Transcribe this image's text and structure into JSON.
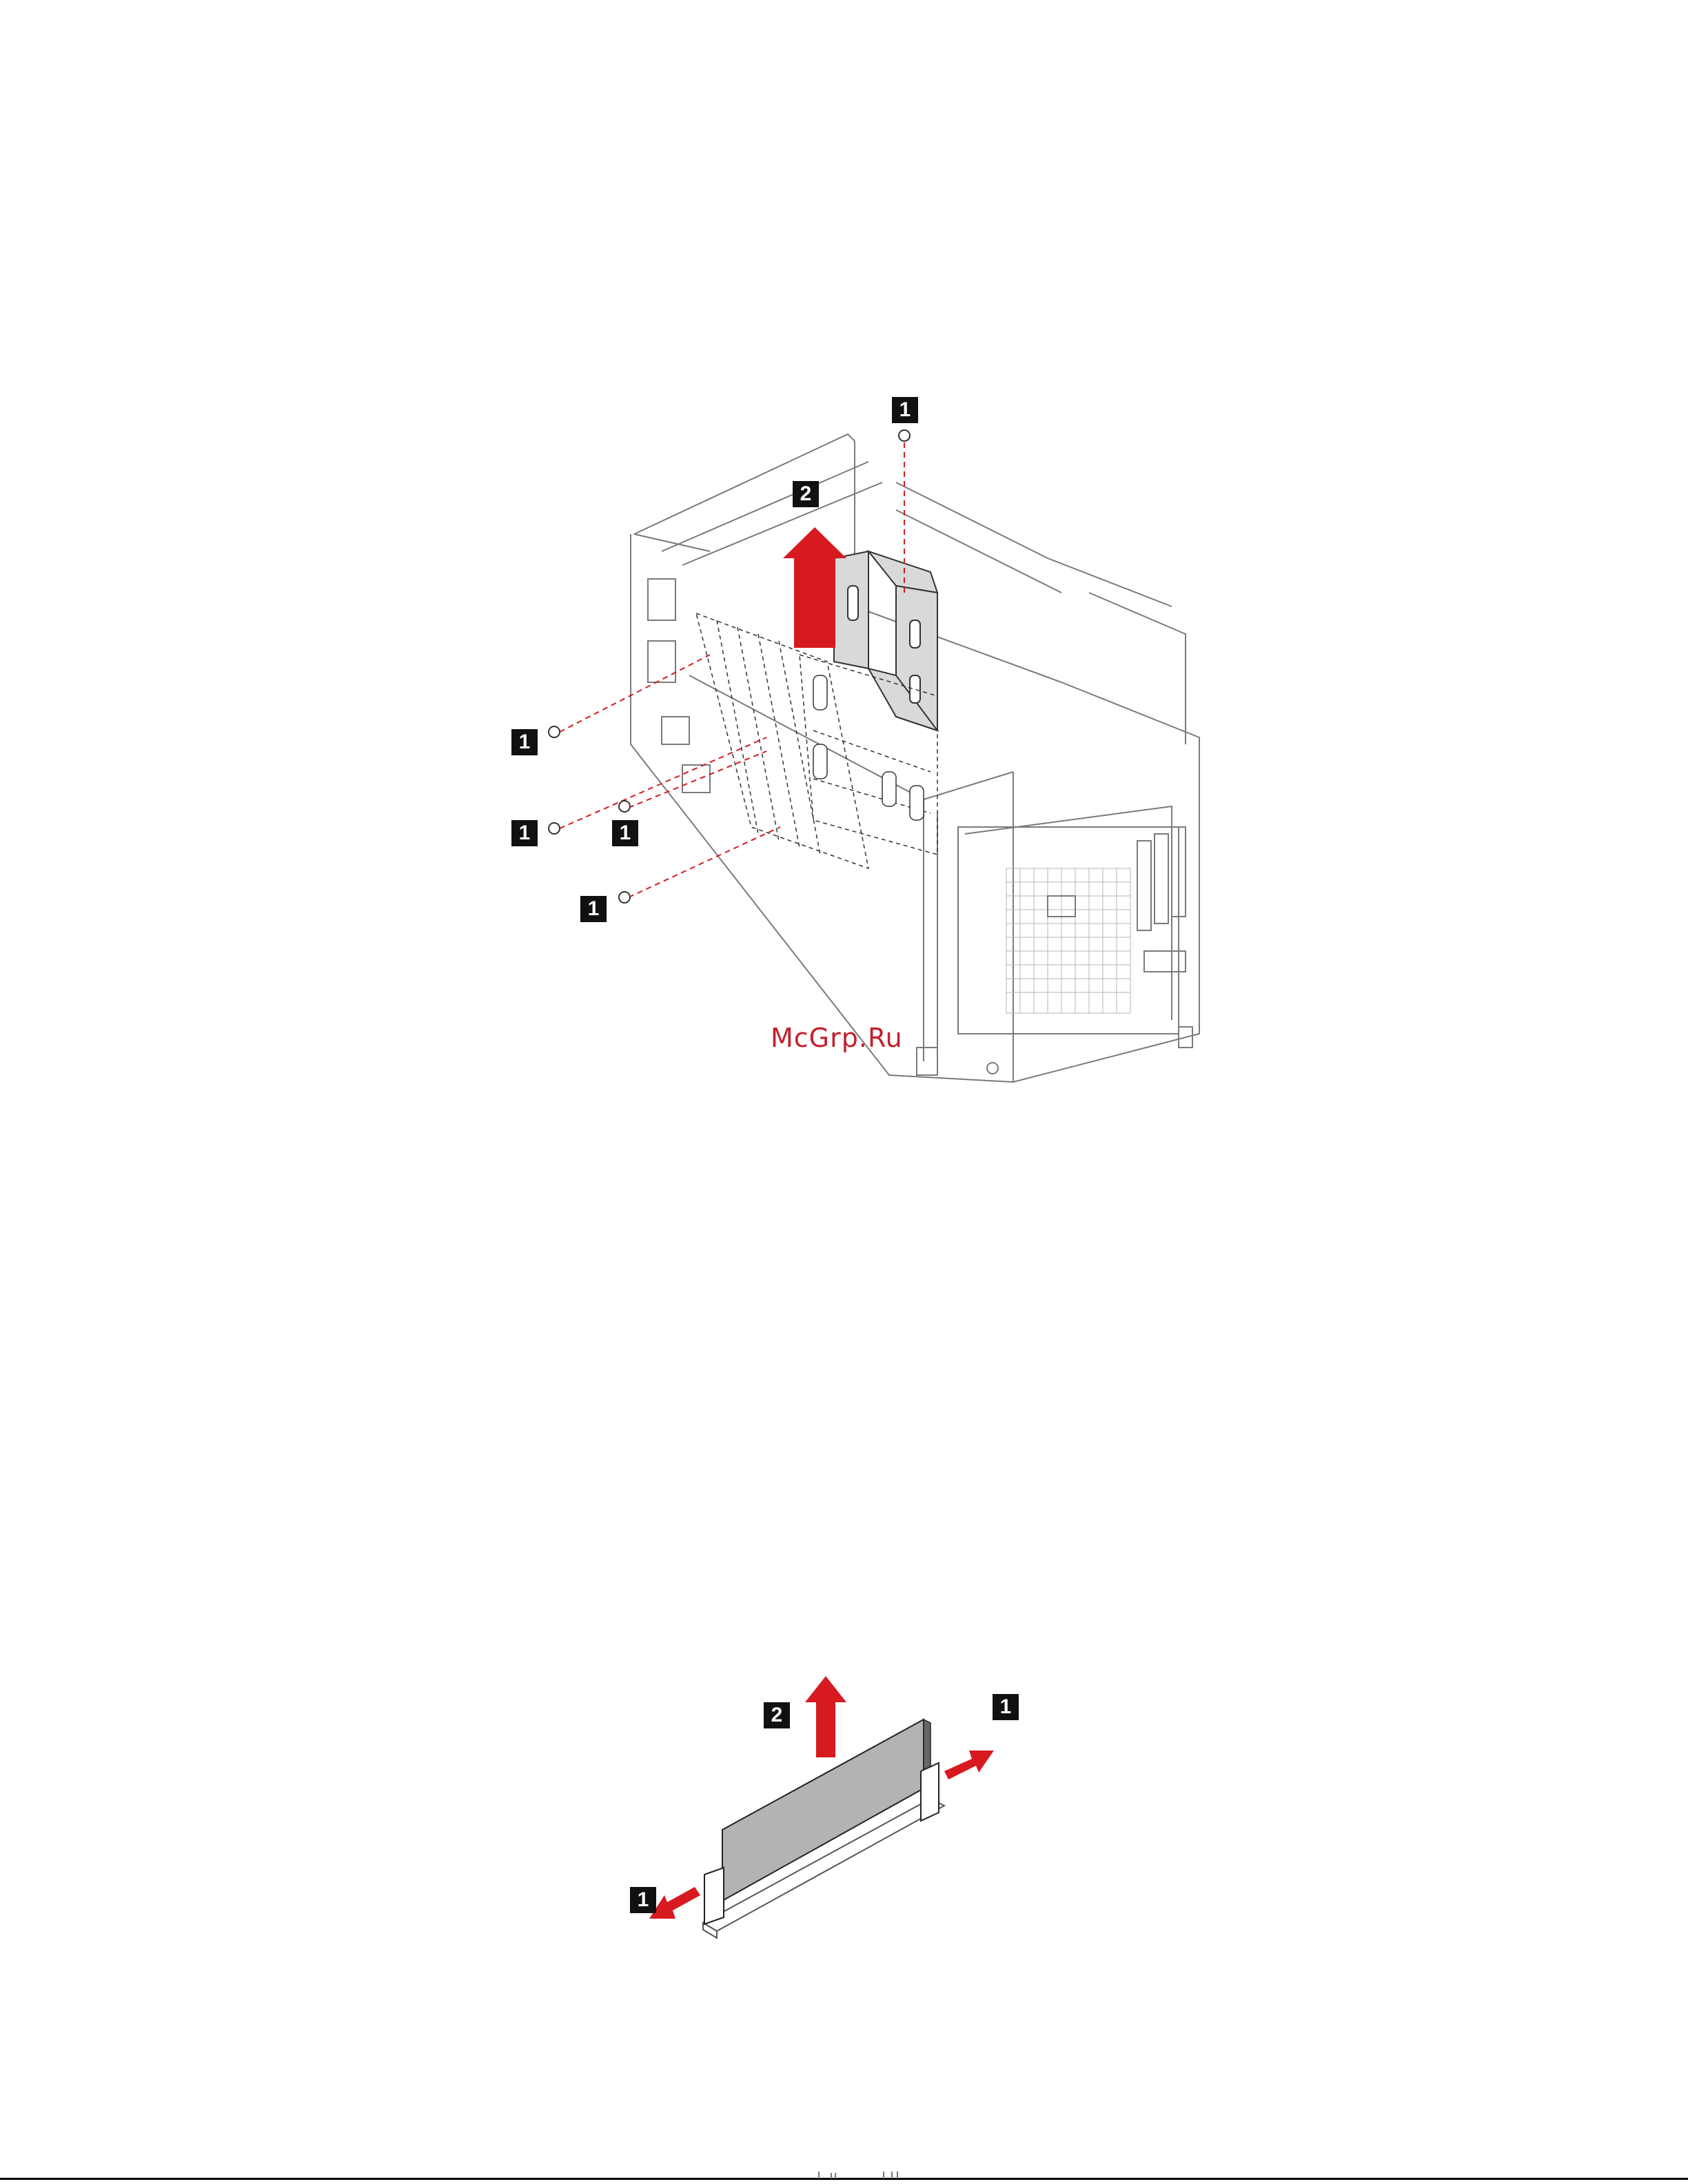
{
  "chassis_figure": {
    "callouts": {
      "top_screw": "1",
      "lift_arrow": "2",
      "left_screw_1": "1",
      "left_screw_2": "1",
      "left_screw_3": "1",
      "left_screw_4": "1"
    },
    "colors": {
      "arrow": "#d71920",
      "line": "#6e6e6e",
      "dashed": "#d71920"
    }
  },
  "watermark": "McGrp.Ru",
  "dimm_figure": {
    "callouts": {
      "lift_arrow": "2",
      "right_latch": "1",
      "left_latch": "1"
    }
  }
}
